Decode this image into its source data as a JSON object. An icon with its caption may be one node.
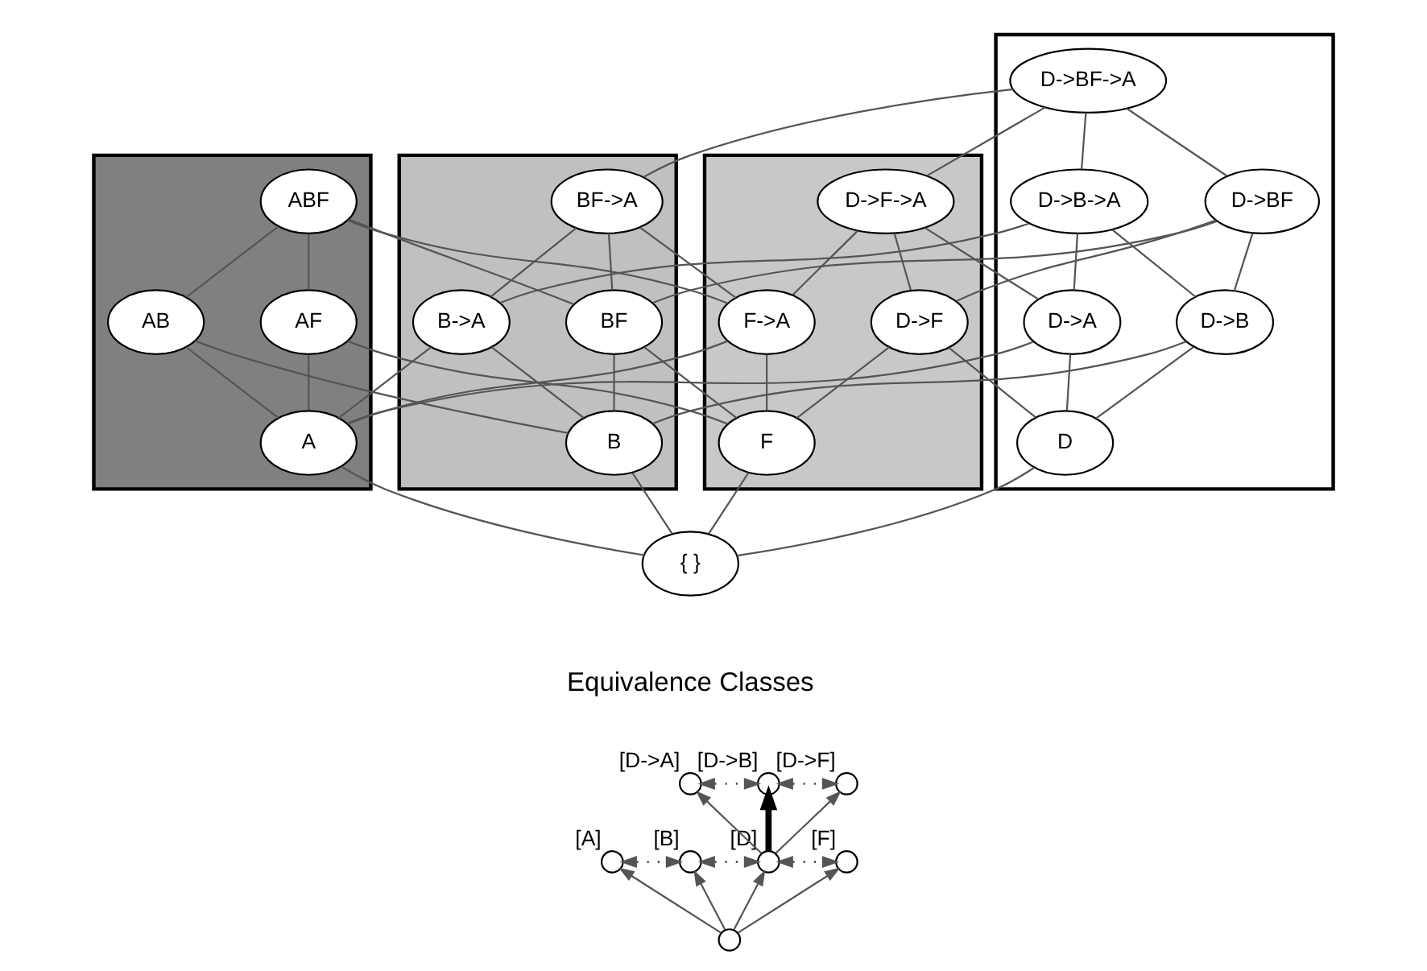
{
  "diagram": {
    "nodes": [
      {
        "text": [],
        "shape": "box"
      },
      {
        "text": [],
        "shape": "box"
      },
      {
        "text": [],
        "shape": "box"
      },
      {
        "text": [],
        "shape": "box"
      },
      {
        "text": [
          "D->BF->A"
        ],
        "in": 2
      },
      {
        "text": [
          "ABF"
        ],
        "in": 0
      },
      {
        "text": [
          "BF->A"
        ],
        "in": 1
      },
      {
        "text": [
          "D->B->A"
        ],
        "in": 2
      },
      {
        "text": [
          "D->BF"
        ],
        "in": 2
      },
      {
        "text": [
          "D->F->A"
        ],
        "in": 3
      },
      {
        "text": [
          "AB"
        ],
        "in": 0
      },
      {
        "text": [
          "AF"
        ],
        "in": 0
      },
      {
        "text": [
          "BF"
        ],
        "in": 1
      },
      {
        "text": [
          "B->A"
        ],
        "in": 1
      },
      {
        "text": [
          "D->A"
        ],
        "in": 2
      },
      {
        "text": [
          "D->B"
        ],
        "in": 2
      },
      {
        "text": [
          "D->F"
        ],
        "in": 3
      },
      {
        "text": [
          "F->A"
        ],
        "in": 3
      },
      {
        "text": [
          "A"
        ],
        "in": 0
      },
      {
        "text": [
          "B"
        ],
        "in": 1
      },
      {
        "text": [
          "D"
        ],
        "in": 2
      },
      {
        "text": [
          "F"
        ],
        "in": 3
      },
      {
        "text": [
          "{ }"
        ]
      },
      {
        "text": [],
        "shape": "circle",
        "beside": [
          "[D->A]"
        ]
      },
      {
        "text": [],
        "shape": "circle",
        "beside": [
          "[D->B]"
        ]
      },
      {
        "text": [],
        "shape": "circle",
        "beside": [
          "[D->F]"
        ]
      },
      {
        "text": [],
        "shape": "circle",
        "beside": [
          "[A]"
        ]
      },
      {
        "text": [],
        "shape": "circle",
        "beside": [
          "[B]"
        ]
      },
      {
        "text": [],
        "shape": "circle",
        "beside": [
          "[D]"
        ]
      },
      {
        "text": [],
        "shape": "circle",
        "beside": [
          "[F]"
        ]
      },
      {
        "text": [],
        "shape": "circle"
      }
    ],
    "edges": [
      {
        "from": 4,
        "to": 6,
        "arrow": "none"
      },
      {
        "from": 4,
        "to": 7,
        "arrow": "none"
      },
      {
        "from": 4,
        "to": 8,
        "arrow": "none"
      },
      {
        "from": 4,
        "to": 9,
        "arrow": "none"
      },
      {
        "from": 5,
        "to": 10,
        "arrow": "none"
      },
      {
        "from": 5,
        "to": 11,
        "arrow": "none"
      },
      {
        "from": 5,
        "to": 12,
        "arrow": "none"
      },
      {
        "from": 5,
        "to": 17,
        "arrow": "none"
      },
      {
        "from": 6,
        "to": 12,
        "arrow": "none"
      },
      {
        "from": 6,
        "to": 13,
        "arrow": "none"
      },
      {
        "from": 6,
        "to": 17,
        "arrow": "none"
      },
      {
        "from": 7,
        "to": 13,
        "arrow": "none"
      },
      {
        "from": 7,
        "to": 14,
        "arrow": "none"
      },
      {
        "from": 7,
        "to": 15,
        "arrow": "none"
      },
      {
        "from": 8,
        "to": 12,
        "arrow": "none"
      },
      {
        "from": 8,
        "to": 15,
        "arrow": "none"
      },
      {
        "from": 8,
        "to": 16,
        "arrow": "none"
      },
      {
        "from": 9,
        "to": 14,
        "arrow": "none"
      },
      {
        "from": 9,
        "to": 16,
        "arrow": "none"
      },
      {
        "from": 9,
        "to": 17,
        "arrow": "none"
      },
      {
        "from": 10,
        "to": 18,
        "arrow": "none"
      },
      {
        "from": 10,
        "to": 19,
        "arrow": "none"
      },
      {
        "from": 11,
        "to": 18,
        "arrow": "none"
      },
      {
        "from": 11,
        "to": 21,
        "arrow": "none"
      },
      {
        "from": 12,
        "to": 19,
        "arrow": "none"
      },
      {
        "from": 12,
        "to": 21,
        "arrow": "none"
      },
      {
        "from": 13,
        "to": 18,
        "arrow": "none"
      },
      {
        "from": 13,
        "to": 19,
        "arrow": "none"
      },
      {
        "from": 14,
        "to": 18,
        "arrow": "none"
      },
      {
        "from": 14,
        "to": 20,
        "arrow": "none"
      },
      {
        "from": 15,
        "to": 19,
        "arrow": "none"
      },
      {
        "from": 15,
        "to": 20,
        "arrow": "none"
      },
      {
        "from": 16,
        "to": 20,
        "arrow": "none"
      },
      {
        "from": 16,
        "to": 21,
        "arrow": "none"
      },
      {
        "from": 17,
        "to": 18,
        "arrow": "none"
      },
      {
        "from": 17,
        "to": 21,
        "arrow": "none"
      },
      {
        "from": 18,
        "to": 22,
        "arrow": "none"
      },
      {
        "from": 19,
        "to": 22,
        "arrow": "none"
      },
      {
        "from": 20,
        "to": 22,
        "arrow": "none"
      },
      {
        "from": 21,
        "to": 22,
        "arrow": "none"
      },
      {
        "from": 23,
        "to": 24,
        "arrow": "both",
        "style": "dashed"
      },
      {
        "from": 24,
        "to": 25,
        "arrow": "both",
        "style": "dashed"
      },
      {
        "from": 26,
        "to": 27,
        "arrow": "both",
        "style": "dashed"
      },
      {
        "from": 27,
        "to": 28,
        "arrow": "both",
        "style": "dashed"
      },
      {
        "from": 28,
        "to": 29,
        "arrow": "both",
        "style": "dashed"
      },
      {
        "from": 28,
        "to": 23,
        "arrow": "to"
      },
      {
        "from": 28,
        "to": 24,
        "arrow": "to",
        "style": "thick"
      },
      {
        "from": 28,
        "to": 25,
        "arrow": "to"
      },
      {
        "from": 30,
        "to": 26,
        "arrow": "to"
      },
      {
        "from": 30,
        "to": 27,
        "arrow": "to"
      },
      {
        "from": 30,
        "to": 28,
        "arrow": "to"
      },
      {
        "from": 30,
        "to": 29,
        "arrow": "to"
      }
    ],
    "labels": [
      "Equivalence Classes"
    ]
  }
}
